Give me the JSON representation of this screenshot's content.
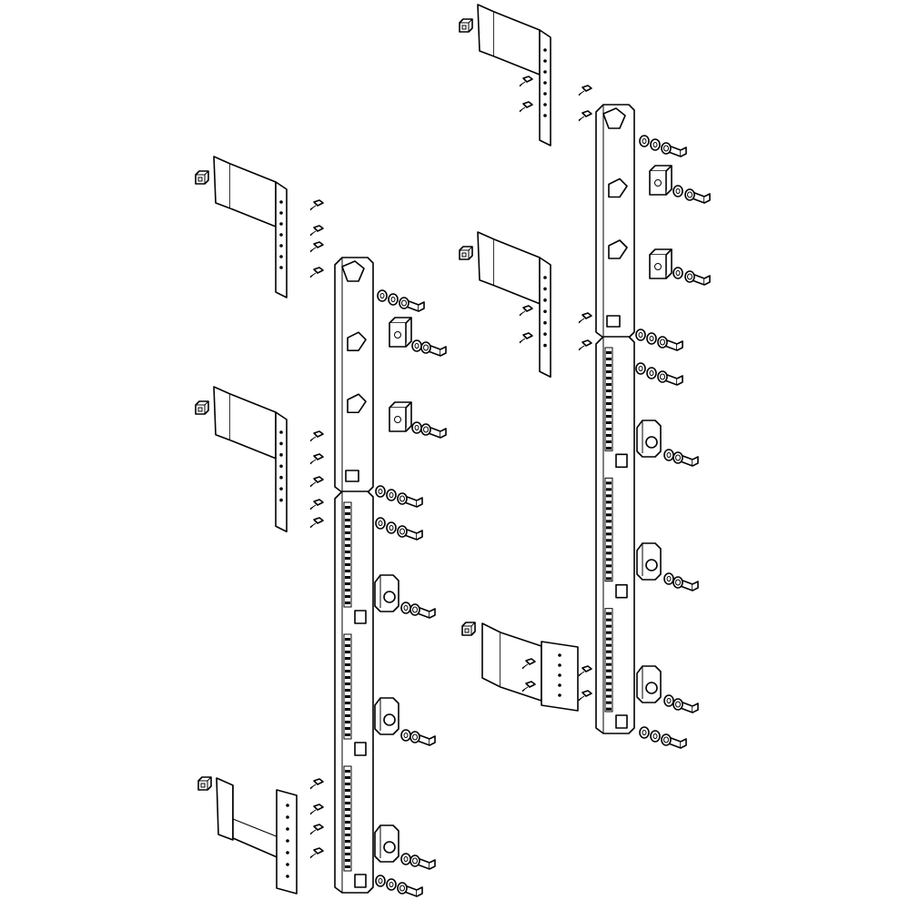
{
  "drawing": {
    "kind": "exploded-assembly-view",
    "assemblies": [
      {
        "id": "left-assembly",
        "brackets": 3,
        "bar_segments": 2
      },
      {
        "id": "right-assembly",
        "brackets": 3,
        "bar_segments": 2
      }
    ]
  },
  "colors": {
    "stroke": "#000000",
    "fill": "#ffffff"
  }
}
